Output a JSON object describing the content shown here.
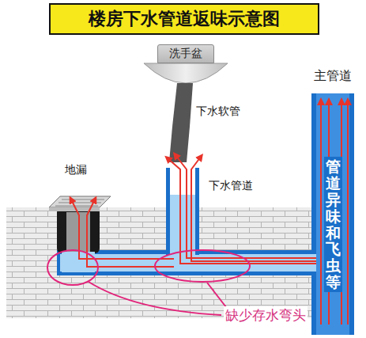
{
  "diagram": {
    "title": "楼房下水管道返味示意图",
    "nodes": [
      {
        "text": [
          "洗手盆"
        ]
      },
      {
        "text": [
          "主管道",
          "管道异味和飞虫等"
        ]
      }
    ],
    "labels": [
      "下水软管",
      "地漏",
      "下水管道",
      "缺少存水弯头"
    ]
  }
}
